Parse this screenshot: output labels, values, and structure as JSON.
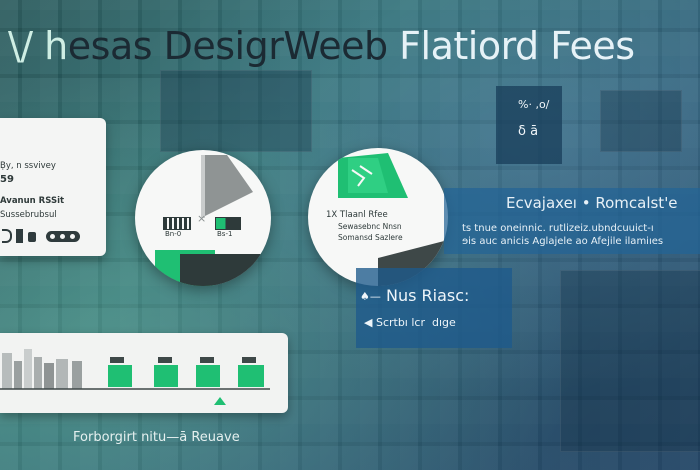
{
  "headline": {
    "part_a": "\\/ h",
    "part_b": "esas DesigrWeeb",
    "part_c": " Flatiord Fees"
  },
  "left_card": {
    "line1": "B̩y,  n  ssvivey",
    "line2": "59",
    "line3": "Avanun  RSSit",
    "line4": "Sussebrubsul"
  },
  "circle_left": {
    "label_left": "Bn-0",
    "label_right": "Bs-1"
  },
  "circle_right": {
    "line1": "1X  Tlaanl  Rfee",
    "line2": "Sewasebnc  Nnsn",
    "line3": "Somansd  Sazlere"
  },
  "panel_top": {
    "line1": "%· ,o∕",
    "line2": "δ  ā"
  },
  "panel_right": {
    "title": "Ecvajaxeı  •  Romcalst'e",
    "line1": "ts tnue oneinnic. rutlizeiz.ubndcuuict-ı",
    "line2": "ɘis auc anicis Aglajele ao Afejile ilamiıes"
  },
  "panel_mid": {
    "icon": "♠—",
    "title": "Nus Riasc:",
    "subtitle": "◀ Scrtbı lcr  dıge"
  },
  "bottom_caption": "Forborgirt  nitu—ā  Reuave",
  "colors": {
    "accent_green": "#1bb86b",
    "panel_blue": "#2a6fa0",
    "card_bg": "#f3f4f3",
    "dark_slate": "#2f3b3d"
  }
}
